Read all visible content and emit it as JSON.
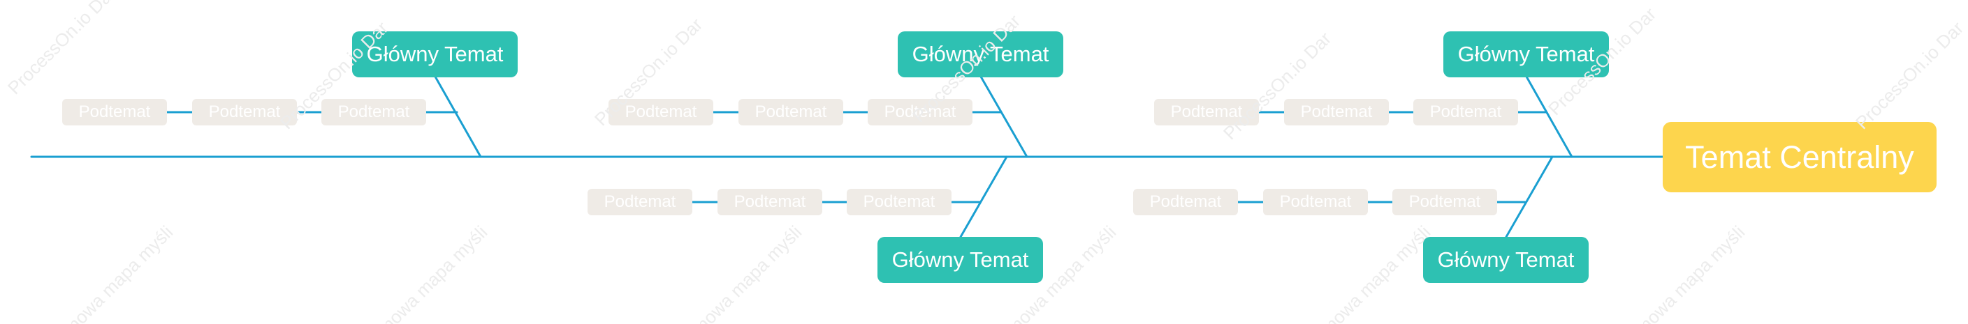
{
  "colors": {
    "center": "#fdd54d",
    "main": "#2ec1b2",
    "sub": "#efebe6",
    "line": "#1a9fd1"
  },
  "center_topic": {
    "label": "Temat Centralny"
  },
  "branches": [
    {
      "main_label": "Główny Temat",
      "subtopics": [
        "Podtemat",
        "Podtemat",
        "Podtemat"
      ]
    },
    {
      "main_label": "Główny Temat",
      "subtopics": [
        "Podtemat",
        "Podtemat",
        "Podtemat"
      ]
    },
    {
      "main_label": "Główny Temat",
      "subtopics": [
        "Podtemat",
        "Podtemat",
        "Podtemat"
      ]
    },
    {
      "main_label": "Główny Temat",
      "subtopics": [
        "Podtemat",
        "Podtemat",
        "Podtemat"
      ]
    },
    {
      "main_label": "Główny Temat",
      "subtopics": [
        "Podtemat",
        "Podtemat",
        "Podtemat"
      ]
    }
  ],
  "watermarks": {
    "site": "ProcessOn.io Dar",
    "text": "mowa mapa myśli"
  }
}
